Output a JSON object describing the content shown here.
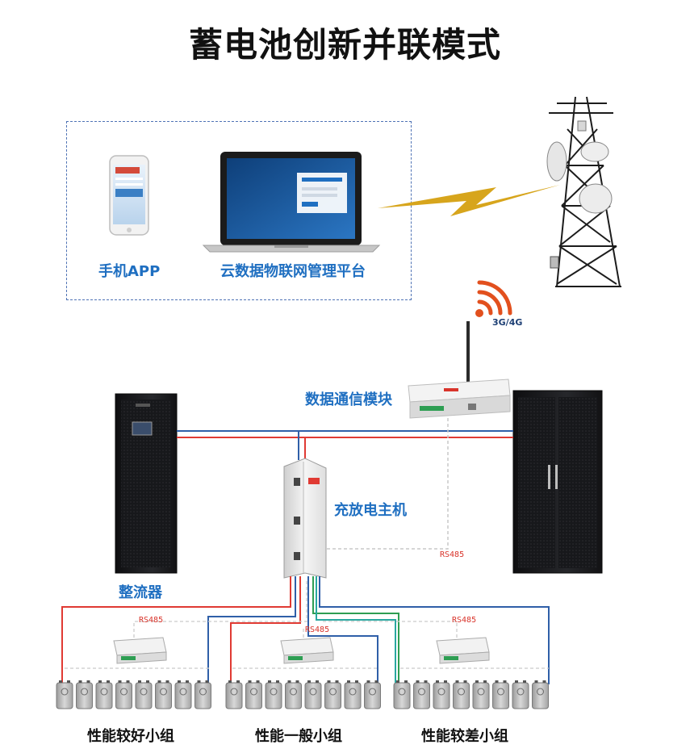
{
  "title": "蓄电池创新并联模式",
  "labels": {
    "mobile_app": "手机APP",
    "cloud_platform": "云数据物联网管理平台",
    "network": "3G/4G",
    "comm_module": "数据通信模块",
    "host": "充放电主机",
    "rectifier": "整流器",
    "rs485_main": "RS485",
    "rs485_group1": "RS485",
    "rs485_group2": "RS485",
    "rs485_group3": "RS485"
  },
  "groups": [
    {
      "label": "性能较好小组"
    },
    {
      "label": "性能一般小组"
    },
    {
      "label": "性能较差小组"
    }
  ],
  "colors": {
    "title": "#111111",
    "label_blue": "#1f6fc1",
    "red_line": "#e03a33",
    "blue_line": "#2f5fa8",
    "green_line": "#2e9e53",
    "teal_line": "#2aa8a0",
    "signal": "#e2501e",
    "bolt": "#d7a51c"
  }
}
